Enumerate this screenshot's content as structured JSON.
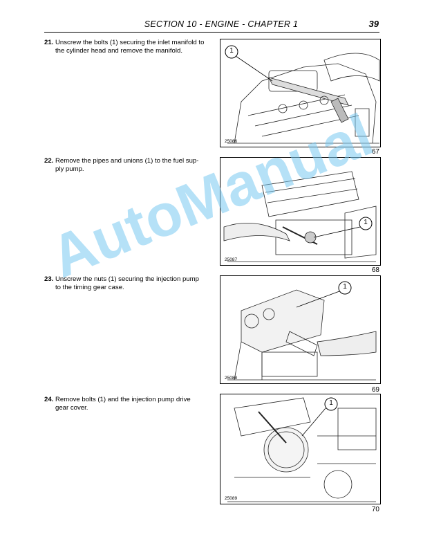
{
  "header": {
    "title": "SECTION 10 - ENGINE - CHAPTER 1",
    "page": "39"
  },
  "watermark": "AutoManual",
  "steps": [
    {
      "number": "21.",
      "text": "Unscrew the bolts (1) securing the inlet manifold to the cylinder head and remove the manifold.",
      "callout": "1",
      "code": "25086",
      "figure": "67"
    },
    {
      "number": "22.",
      "text": "Remove the pipes and unions (1) to the fuel sup-ply pump.",
      "callout": "1",
      "code": "25087",
      "figure": "68"
    },
    {
      "number": "23.",
      "text": "Unscrew the nuts (1) securing the injection pump to the timing gear case.",
      "callout": "1",
      "code": "25088",
      "figure": "69"
    },
    {
      "number": "24.",
      "text": "Remove bolts (1) and the injection pump drive gear cover.",
      "callout": "1",
      "code": "25089",
      "figure": "70"
    }
  ]
}
